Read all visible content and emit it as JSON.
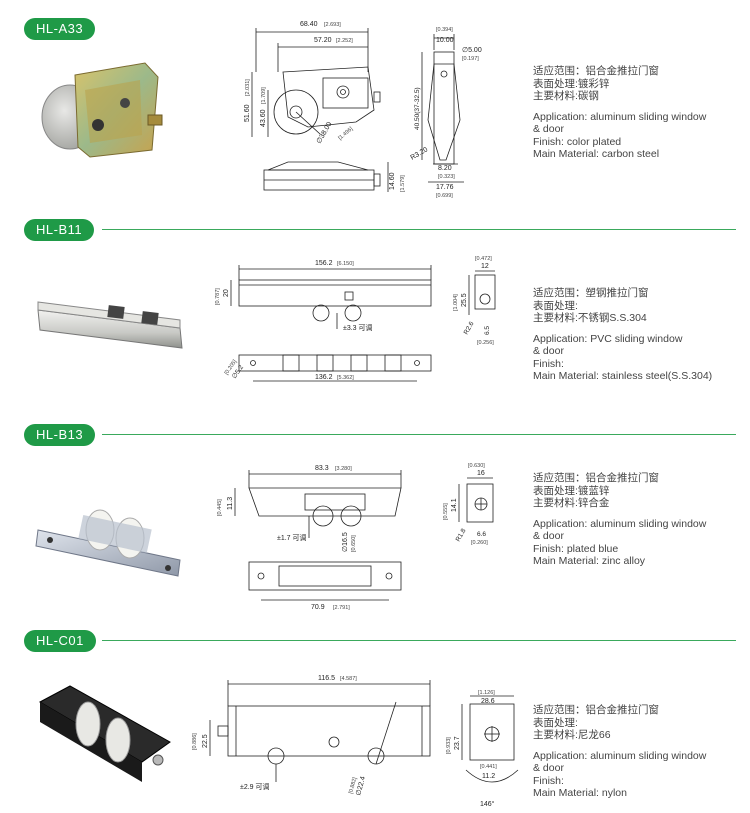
{
  "products": [
    {
      "code": "HL-A33",
      "cn_application": "适应范围：铝合金推拉门窗",
      "cn_finish": "表面处理:镀彩锌",
      "cn_material": "主要材料:碳钢",
      "en_application_1": "Application: aluminum sliding window",
      "en_application_2": "&  door",
      "en_finish": "Finish: color plated",
      "en_material": "Main Material: carbon steel",
      "dims": {
        "overall": "68.40",
        "overall_in": "[2.693]",
        "inner": "57.20",
        "inner_in": "[2.252]",
        "height": "51.60",
        "height_in": "[2.031]",
        "height2": "43.60",
        "height2_in": "[1.709]",
        "wheel": "∅38.00",
        "wheel_in": "[1.496]",
        "top_width": "10.00",
        "top_width_in": "[0.394]",
        "bore": "∅5.00",
        "bore_in": "[0.197]",
        "adjust": "40.50(37-32.5)",
        "radius": "R3.20",
        "groove": "8.20",
        "groove_in": "[0.323]",
        "base": "17.76",
        "base_in": "[0.699]",
        "thick": "14.60",
        "thick_in": "[1.579]"
      }
    },
    {
      "code": "HL-B11",
      "cn_application": "适应范围：塑钢推拉门窗",
      "cn_finish": "表面处理:",
      "cn_material": "主要材料:不锈钢S.S.304",
      "en_application_1": "Application: PVC sliding window",
      "en_application_2": "&  door",
      "en_finish": "Finish:",
      "en_material": "Main Material: stainless steel(S.S.304)",
      "dims": {
        "overall": "156.2",
        "overall_in": "[6.150]",
        "height": "20",
        "height_in": "[0.787]",
        "adjust": "±3.3 可调",
        "holes": "136.2",
        "holes_in": "[5.362]",
        "hole_dia": "∅5.2",
        "hole_dia_in": "[0.205]",
        "width": "12",
        "width_in": "[0.472]",
        "side_h": "25.5",
        "side_h_in": "[1.004]",
        "side_r": "R2.6",
        "side_b": "6.5",
        "side_b_in": "[0.256]"
      }
    },
    {
      "code": "HL-B13",
      "cn_application": "适应范围：铝合金推拉门窗",
      "cn_finish": "表面处理:镀蓝锌",
      "cn_material": "主要材料:锌合金",
      "en_application_1": "Application: aluminum sliding window",
      "en_application_2": "&  door",
      "en_finish": "Finish: plated blue",
      "en_material": "Main Material: zinc alloy",
      "dims": {
        "overall": "83.3",
        "overall_in": "[3.280]",
        "height": "11.3",
        "height_in": "[0.445]",
        "adjust": "±1.7 可调",
        "wheel": "∅16.5",
        "wheel_in": "[0.650]",
        "holes": "70.9",
        "holes_in": "[2.791]",
        "width": "16",
        "width_in": "[0.630]",
        "side_h": "14.1",
        "side_h_in": "[0.555]",
        "side_r": "R1.8",
        "side_b": "6.6",
        "side_b_in": "[0.260]"
      }
    },
    {
      "code": "HL-C01",
      "cn_application": "适应范围：铝合金推拉门窗",
      "cn_finish": "表面处理:",
      "cn_material": "主要材料:尼龙66",
      "en_application_1": "Application: aluminum sliding window",
      "en_application_2": "&  door",
      "en_finish": "Finish:",
      "en_material": "Main Material: nylon",
      "dims": {
        "overall": "116.5",
        "overall_in": "[4.587]",
        "height": "22.5",
        "height_in": "[0.886]",
        "adjust": "±2.9 可调",
        "wheel": "∅22.4",
        "wheel_in": "[0.882]",
        "width": "28.6",
        "width_in": "[1.126]",
        "side_h": "23.7",
        "side_h_in": "[0.933]",
        "side_b": "11.2",
        "side_b_in": "[0.441]",
        "angle": "146°"
      }
    }
  ]
}
